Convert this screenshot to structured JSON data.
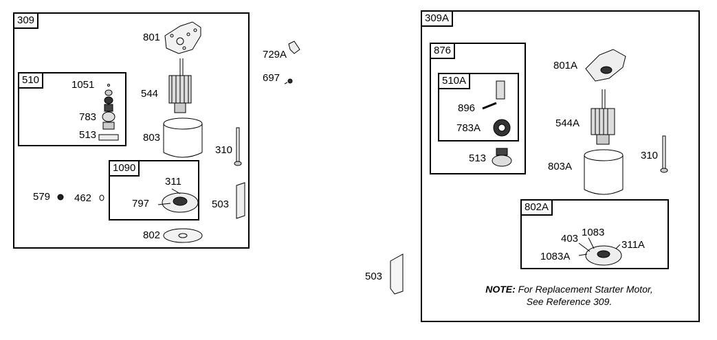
{
  "groups": {
    "g309": "309",
    "g510": "510",
    "g1090": "1090",
    "g309a": "309A",
    "g876": "876",
    "g510a": "510A",
    "g802a": "802A"
  },
  "parts": {
    "p801": "801",
    "p729a": "729A",
    "p697": "697",
    "p1051": "1051",
    "p544": "544",
    "p783": "783",
    "p513": "513",
    "p803": "803",
    "p310": "310",
    "p311": "311",
    "p579": "579",
    "p462": "462",
    "p797": "797",
    "p503": "503",
    "p802": "802",
    "p503b": "503",
    "p801a": "801A",
    "p896": "896",
    "p783a": "783A",
    "p513b": "513",
    "p544a": "544A",
    "p310b": "310",
    "p803a": "803A",
    "p403": "403",
    "p1083": "1083",
    "p311a": "311A",
    "p1083a": "1083A"
  },
  "note": {
    "prefix": "NOTE:",
    "line1": " For Replacement Starter Motor,",
    "line2": "See Reference 309."
  }
}
